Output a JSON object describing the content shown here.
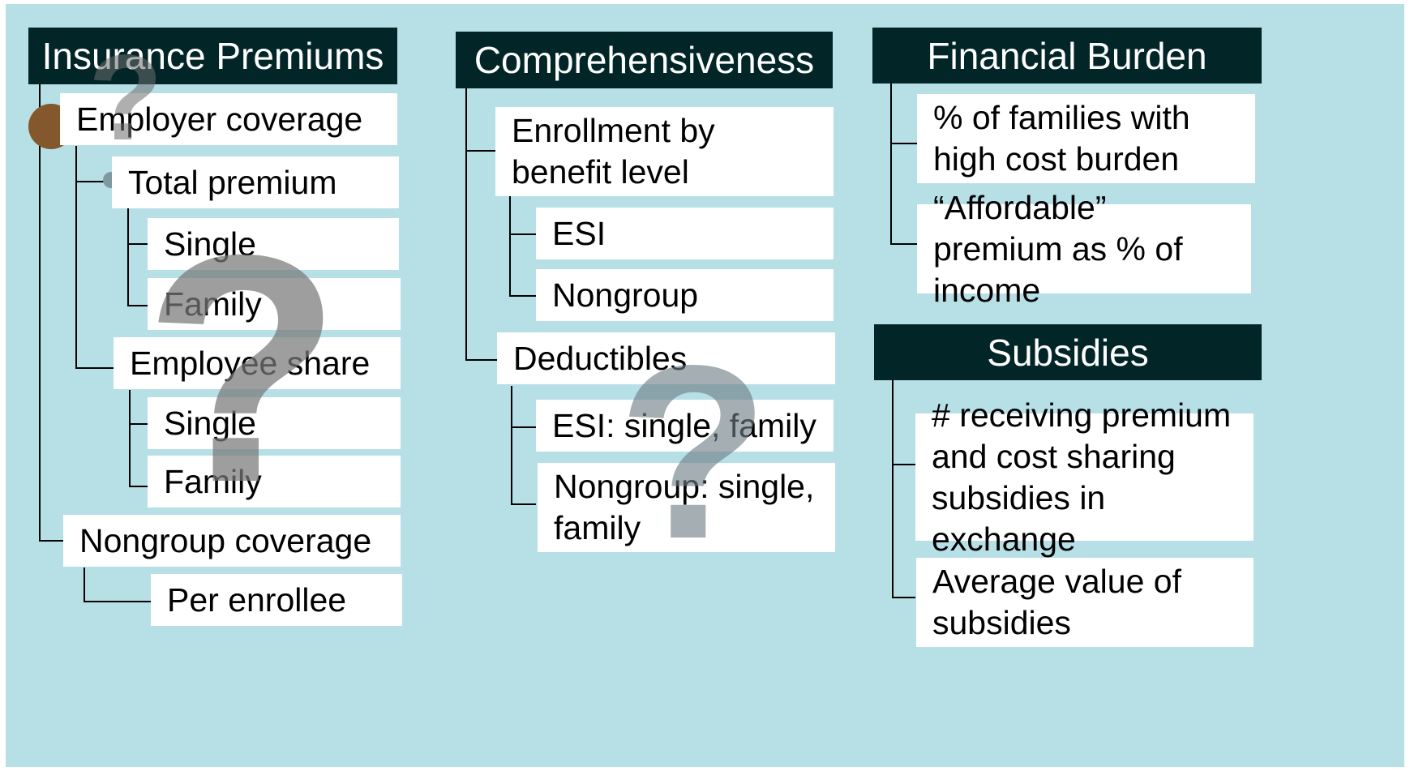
{
  "columns": {
    "premiums": {
      "title": "Insurance Premiums",
      "employer_coverage": "Employer coverage",
      "total_premium": "Total premium",
      "total_single": "Single",
      "total_family": "Family",
      "employee_share": "Employee share",
      "share_single": "Single",
      "share_family": "Family",
      "nongroup_coverage": "Nongroup coverage",
      "per_enrollee": "Per enrollee"
    },
    "comprehensiveness": {
      "title": "Comprehensiveness",
      "enrollment": "Enrollment by benefit level",
      "esi": "ESI",
      "nongroup": "Nongroup",
      "deductibles": "Deductibles",
      "esi_deductibles": "ESI: single, family",
      "nongroup_deductibles": "Nongroup: single, family"
    },
    "financial_burden": {
      "title": "Financial Burden",
      "high_cost": "% of families with high cost burden",
      "affordable": "“Affordable” premium as % of income"
    },
    "subsidies": {
      "title": "Subsidies",
      "receiving": "# receiving premium and cost sharing subsidies in exchange",
      "average": "Average value of subsidies"
    }
  },
  "colors": {
    "background": "#b7dfe6",
    "header": "#022628",
    "box": "#ffffff"
  },
  "decorations": [
    "question-mark-icon",
    "question-mark-icon",
    "question-mark-icon"
  ]
}
